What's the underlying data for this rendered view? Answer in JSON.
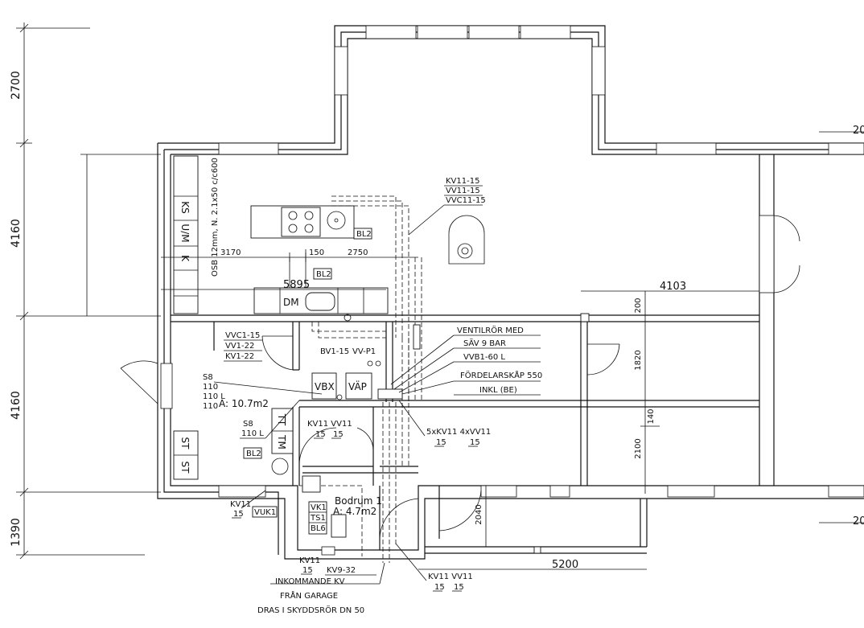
{
  "dimensions": {
    "left": [
      "2700",
      "4160",
      "4160",
      "1390"
    ],
    "overall_5895": "5895",
    "d3170": "3170",
    "d150": "150",
    "d2750": "2750",
    "d4103": "4103",
    "d200": "200",
    "d1820": "1820",
    "d140": "140",
    "d2100": "2100",
    "d2040": "2040",
    "d5200": "5200",
    "right_cut_top": "20",
    "right_cut_bottom": "20"
  },
  "kitchen_labels": [
    "KS",
    "U/M",
    "K"
  ],
  "wall_note": "OSB 12mm, N. 2.1x50 c/c600",
  "fixtures": {
    "dm": "DM",
    "vbx": "VBX",
    "vap": "VÄP",
    "tt": "TT",
    "tm": "TM",
    "st1": "ST",
    "st2": "ST"
  },
  "tags": {
    "bl2_a": "BL2",
    "bl2_b": "BL2",
    "bl2_c": "BL2",
    "vuk1": "VUK1",
    "vk1": "VK1",
    "ts1": "TS1",
    "bl6": "BL6"
  },
  "pipe_notes": {
    "top": [
      "KV11-15",
      "VV11-15",
      "VVC11-15"
    ],
    "mid_left": [
      "VVC1-15",
      "VV1-22",
      "KV1-22"
    ],
    "bv": "BV1-15",
    "vvp": "VV-P1",
    "s8_a": [
      "S8",
      "110",
      "110 L",
      "110"
    ],
    "s8_b": [
      "S8",
      "110 L"
    ],
    "kv_vv_a": "KV11 VV11",
    "kv_vv_a_sub": [
      "15",
      "15"
    ],
    "kv11_left": "KV11",
    "kv11_left_sub": "15",
    "kv11_bot": "KV11",
    "kv11_bot_sub": "15",
    "kv9": "KV9-32",
    "kv_vv_bot": "KV11 VV11",
    "kv_vv_bot_sub": [
      "15",
      "15"
    ],
    "manifold": "5xKV11  4xVV11",
    "manifold_sub": [
      "15",
      "15"
    ]
  },
  "right_notes": [
    "VENTILRÖR MED",
    "SÄV 9 BAR",
    "VVB1-60 L",
    "FÖRDELARSKÅP 550",
    "INKL (BE)"
  ],
  "bottom_notes": [
    "INKOMMANDE KV",
    "FRÅN GARAGE",
    "DRAS I SKYDDSRÖR DN 50"
  ],
  "rooms": {
    "area1": "A: 10.7m2",
    "bodrum": "Bodrum 1",
    "bodrum_area": "A: 4.7m2"
  }
}
